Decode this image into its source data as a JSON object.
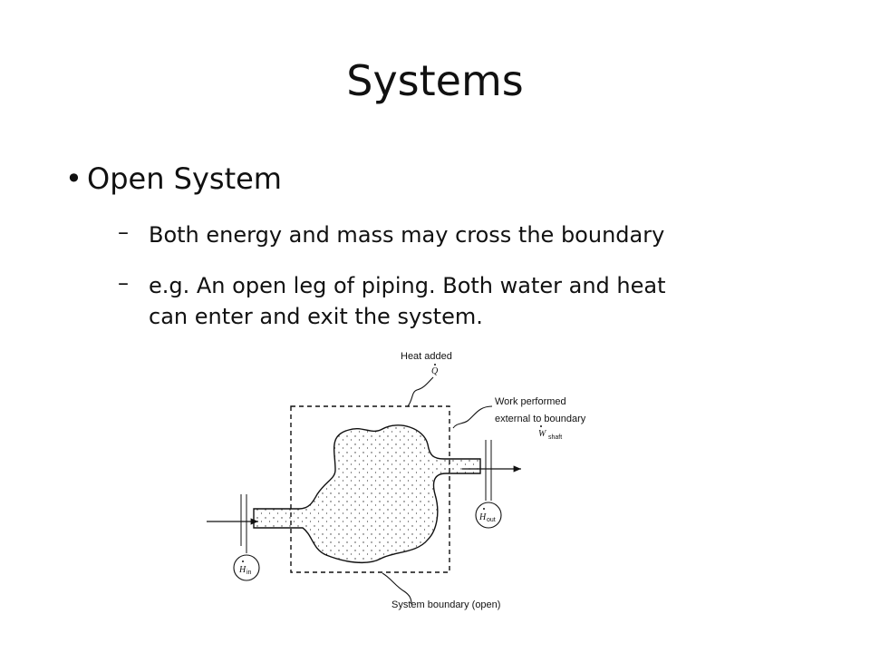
{
  "slide": {
    "title": "Systems",
    "bullet": "Open System",
    "sub_bullets": [
      "Both energy and mass may cross the boundary",
      "e.g.  An open leg of piping.  Both water and heat can enter and exit the system."
    ],
    "sub_bullet_2_line1": "e.g.  An open leg of piping.  Both water and heat",
    "sub_bullet_2_line2": "can enter and exit the system."
  },
  "diagram": {
    "heat_label": "Heat added",
    "heat_symbol": "Q",
    "work_label_1": "Work performed",
    "work_label_2": "external to boundary",
    "work_symbol": "W",
    "work_sub": "shaft",
    "h_in_symbol": "H",
    "h_in_sub": "in",
    "h_out_symbol": "H",
    "h_out_sub": "out",
    "boundary_label": "System boundary (open)"
  }
}
